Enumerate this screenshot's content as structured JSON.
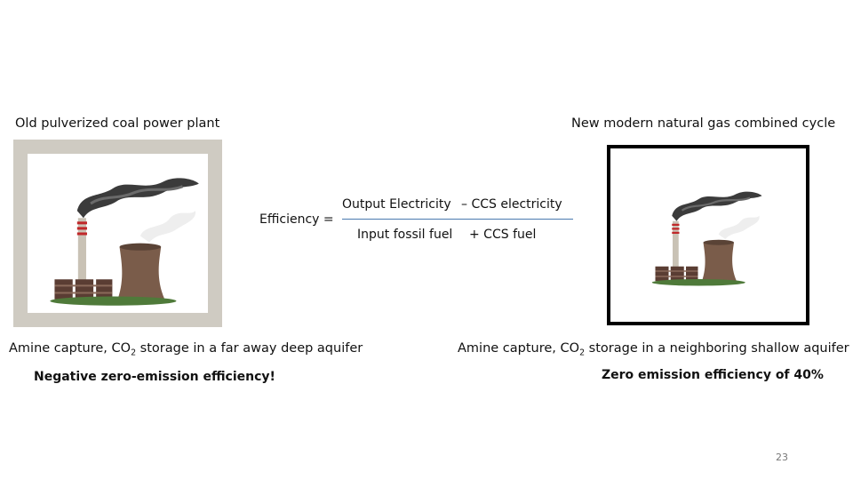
{
  "left": {
    "title": "Old pulverized coal power plant",
    "caption_prefix": "Amine capture, CO",
    "caption_sub": "2",
    "caption_suffix": " storage in a far away deep aquifer",
    "result": "Negative zero-emission efficiency!"
  },
  "right": {
    "title": "New modern natural gas combined cycle",
    "caption_prefix": "Amine capture, CO",
    "caption_sub": "2",
    "caption_suffix": " storage in a neighboring shallow aquifer",
    "result": "Zero emission efficiency of 40%"
  },
  "formula": {
    "lhs": "Efficiency =",
    "numerator_a": "Output Electricity",
    "numerator_b": "– CCS electricity",
    "denominator_a": "Input fossil fuel",
    "denominator_b": "+ CCS fuel"
  },
  "slide_number": "23",
  "colors": {
    "frame_left": "#cfcbc2",
    "frame_right": "#000000",
    "fraction_line": "#4a7ab0"
  }
}
